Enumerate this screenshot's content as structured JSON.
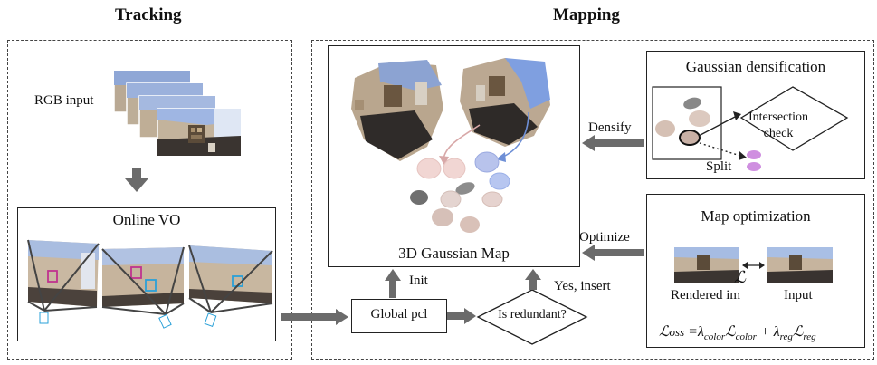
{
  "headings": {
    "tracking": "Tracking",
    "mapping": "Mapping"
  },
  "tracking": {
    "rgb_input": "RGB input",
    "online_vo": "Online VO"
  },
  "map": {
    "title": "3D Gaussian Map"
  },
  "densification": {
    "title": "Gaussian densification",
    "intersection_check": "Intersection check",
    "split": "Split",
    "densify": "Densify"
  },
  "optimization": {
    "title": "Map optimization",
    "optimize": "Optimize",
    "rendered": "Rendered im",
    "input": "Input",
    "loss_symbol": "ℒ"
  },
  "flow": {
    "global_pcl": "Global pcl",
    "init": "Init",
    "is_redundant": "Is redundant?",
    "yes_insert": "Yes, insert"
  },
  "colors": {
    "arrow_gray": "#6b6b6b",
    "pink_keypoint": "#c0338f",
    "blue_keypoint": "#2aa0d8",
    "split_purple": "#cf8fe0"
  }
}
